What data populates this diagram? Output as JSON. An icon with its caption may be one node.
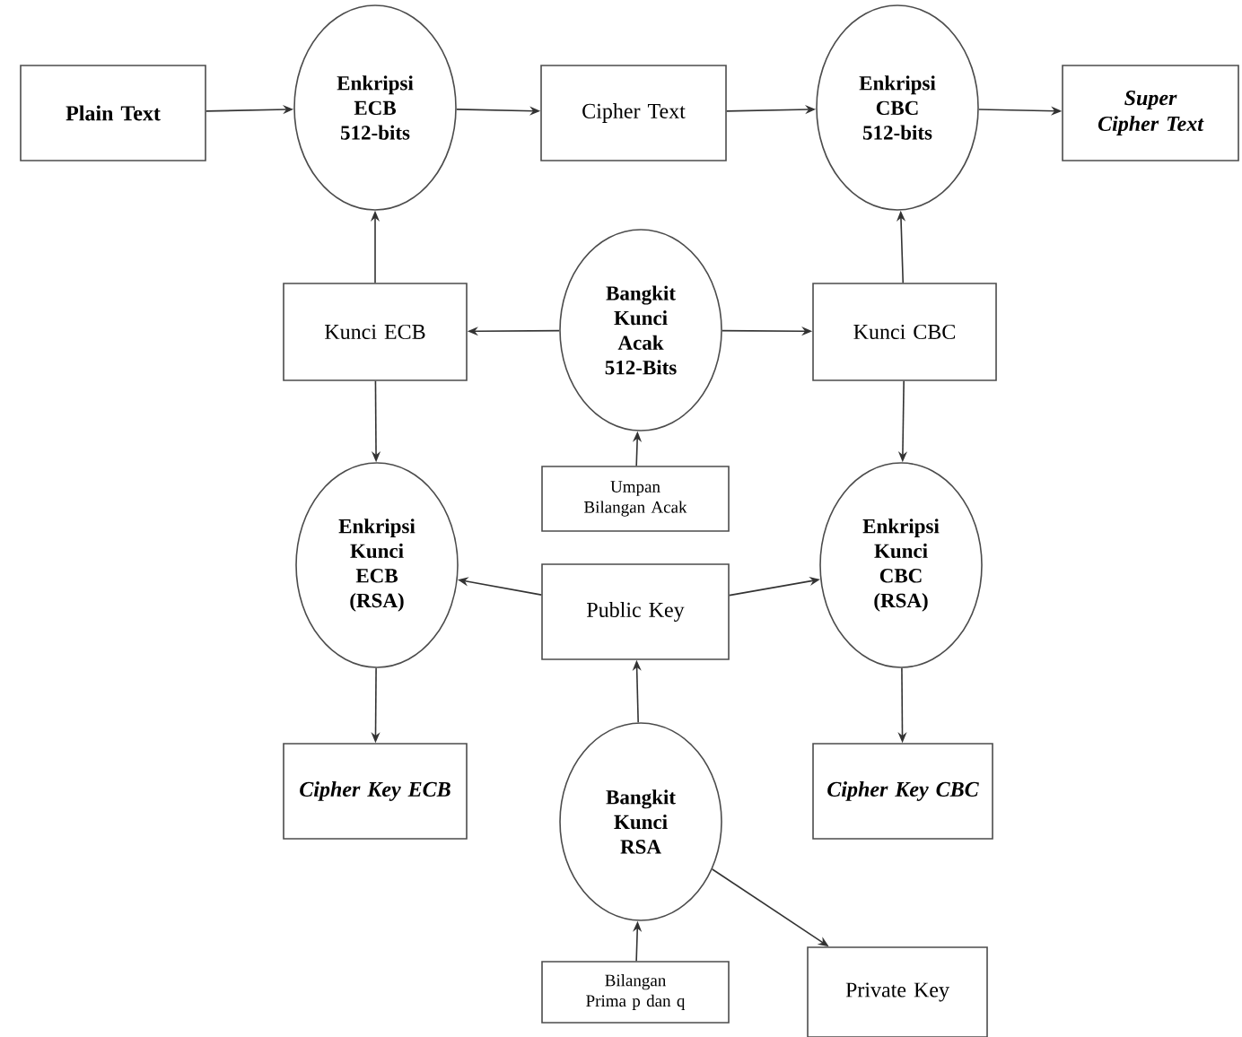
{
  "diagram": {
    "nodes": [
      {
        "text": [
          "Plain Text"
        ]
      },
      {
        "text": [
          "Enkripsi ECB 512-bits"
        ]
      },
      {
        "text": [
          "Cipher Text"
        ]
      },
      {
        "text": [
          "Enkripsi CBC 512-bits"
        ]
      },
      {
        "text": [
          "Super Cipher Text"
        ]
      },
      {
        "text": [
          "Kunci ECB"
        ]
      },
      {
        "text": [
          "Bangkit Kunci Acak 512-Bits"
        ]
      },
      {
        "text": [
          "Kunci CBC"
        ]
      },
      {
        "text": [
          "Umpan Bilangan Acak"
        ]
      },
      {
        "text": [
          "Enkripsi Kunci ECB (RSA)"
        ]
      },
      {
        "text": [
          "Public Key"
        ]
      },
      {
        "text": [
          "Enkripsi Kunci CBC (RSA)"
        ]
      },
      {
        "text": [
          "Cipher Key ECB"
        ]
      },
      {
        "text": [
          "Bangkit Kunci RSA"
        ]
      },
      {
        "text": [
          "Cipher Key CBC"
        ]
      },
      {
        "text": [
          "Bilangan Prima p dan q"
        ]
      },
      {
        "text": [
          "Private Key"
        ]
      }
    ],
    "edges": [
      {
        "from": 0,
        "to": 1,
        "arrow": "to"
      },
      {
        "from": 1,
        "to": 2,
        "arrow": "to"
      },
      {
        "from": 2,
        "to": 3,
        "arrow": "to"
      },
      {
        "from": 3,
        "to": 4,
        "arrow": "to"
      },
      {
        "from": 5,
        "to": 1,
        "arrow": "to"
      },
      {
        "from": 6,
        "to": 5,
        "arrow": "to"
      },
      {
        "from": 6,
        "to": 7,
        "arrow": "to"
      },
      {
        "from": 7,
        "to": 3,
        "arrow": "to"
      },
      {
        "from": 5,
        "to": 9,
        "arrow": "to"
      },
      {
        "from": 8,
        "to": 6,
        "arrow": "to"
      },
      {
        "from": 7,
        "to": 11,
        "arrow": "to"
      },
      {
        "from": 10,
        "to": 9,
        "arrow": "to"
      },
      {
        "from": 10,
        "to": 11,
        "arrow": "to"
      },
      {
        "from": 9,
        "to": 12,
        "arrow": "to"
      },
      {
        "from": 11,
        "to": 14,
        "arrow": "to"
      },
      {
        "from": 13,
        "to": 10,
        "arrow": "to"
      },
      {
        "from": 15,
        "to": 13,
        "arrow": "to"
      },
      {
        "from": 13,
        "to": 16,
        "arrow": "to"
      }
    ]
  }
}
